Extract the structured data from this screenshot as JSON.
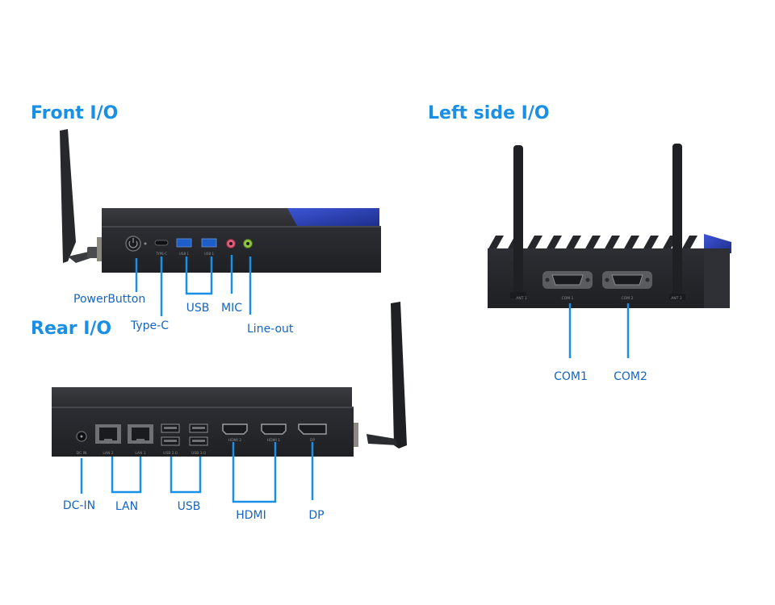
{
  "sections": {
    "front": "Front I/O",
    "rear": "Rear I/O",
    "left": "Left side I/O"
  },
  "front_labels": {
    "power": "PowerButton",
    "typec": "Type-C",
    "usb": "USB",
    "mic": "MIC",
    "lineout": "Line-out"
  },
  "rear_labels": {
    "dcin": "DC-IN",
    "lan": "LAN",
    "usb": "USB",
    "hdmi": "HDMI",
    "dp": "DP"
  },
  "left_labels": {
    "com1": "COM1",
    "com2": "COM2"
  },
  "port_marks": {
    "front": [
      "TYPE-C",
      "USB 1",
      "USB 1"
    ],
    "rear": [
      "DC IN",
      "LAN 2",
      "LAN 1",
      "USB 2.0",
      "USB 3.0",
      "HDMI 2",
      "HDMI 1",
      "DP"
    ],
    "left": [
      "ANT 1",
      "COM 1",
      "COM 2",
      "ANT 2"
    ]
  },
  "colors": {
    "heading": "#1a8fe6",
    "label": "#1565c0",
    "leader": "#1a8fe6",
    "chassis": "#2b2d31",
    "accent": "#2f44b8"
  }
}
